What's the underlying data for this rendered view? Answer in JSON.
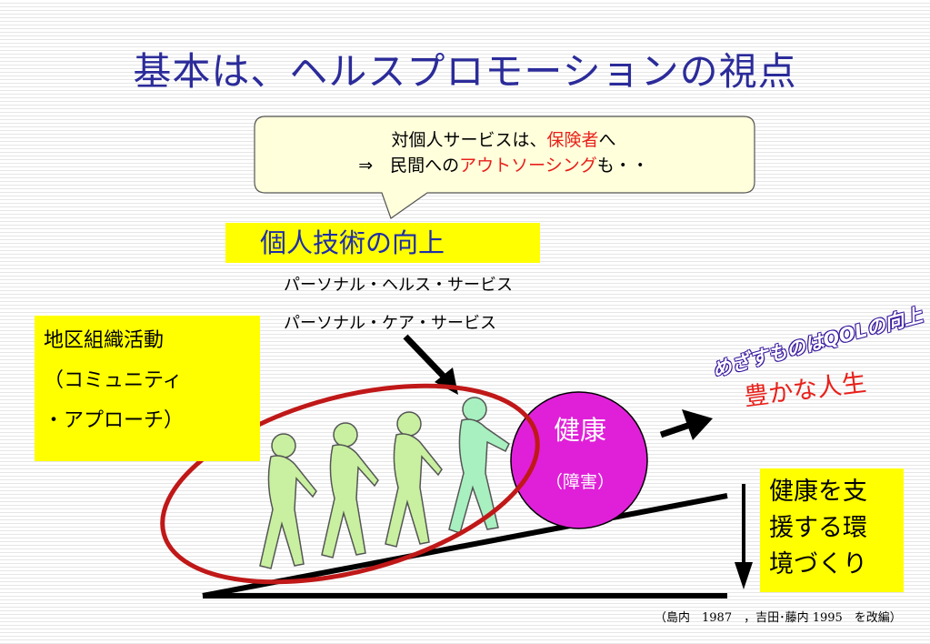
{
  "title": "基本は、ヘルスプロモーションの視点",
  "callout": {
    "line1_prefix": "対個人サービスは、",
    "line1_highlight": "保険者",
    "line1_suffix": "へ",
    "line2_prefix": "⇒　民間への",
    "line2_highlight": "アウトソーシング",
    "line2_suffix": "も・・"
  },
  "individual_skill": "個人技術の向上",
  "services": [
    "パーソナル・ヘルス・サービス",
    "パーソナル・ケア・サービス"
  ],
  "community": {
    "line1": "地区組織活動",
    "line2": "（コミュニティ",
    "line3": "・アプローチ）"
  },
  "ball": {
    "title": "健康",
    "subtitle": "（障害）"
  },
  "goal": {
    "caption": "めざすものはQOLの向上",
    "main": "豊かな人生"
  },
  "environment": {
    "line1": "健康を支",
    "line2": "援する環",
    "line3": "境づくり"
  },
  "citation": "（島内　1987　，吉田･藤内 1995　を改編）",
  "colors": {
    "title": "#2b2b9a",
    "highlight_box": "#ffff00",
    "accent_red": "#e8201a",
    "ball": "#e020d8",
    "people": "#c8f0a0",
    "people_front": "#a8f0c0",
    "ellipse": "#c01818"
  }
}
